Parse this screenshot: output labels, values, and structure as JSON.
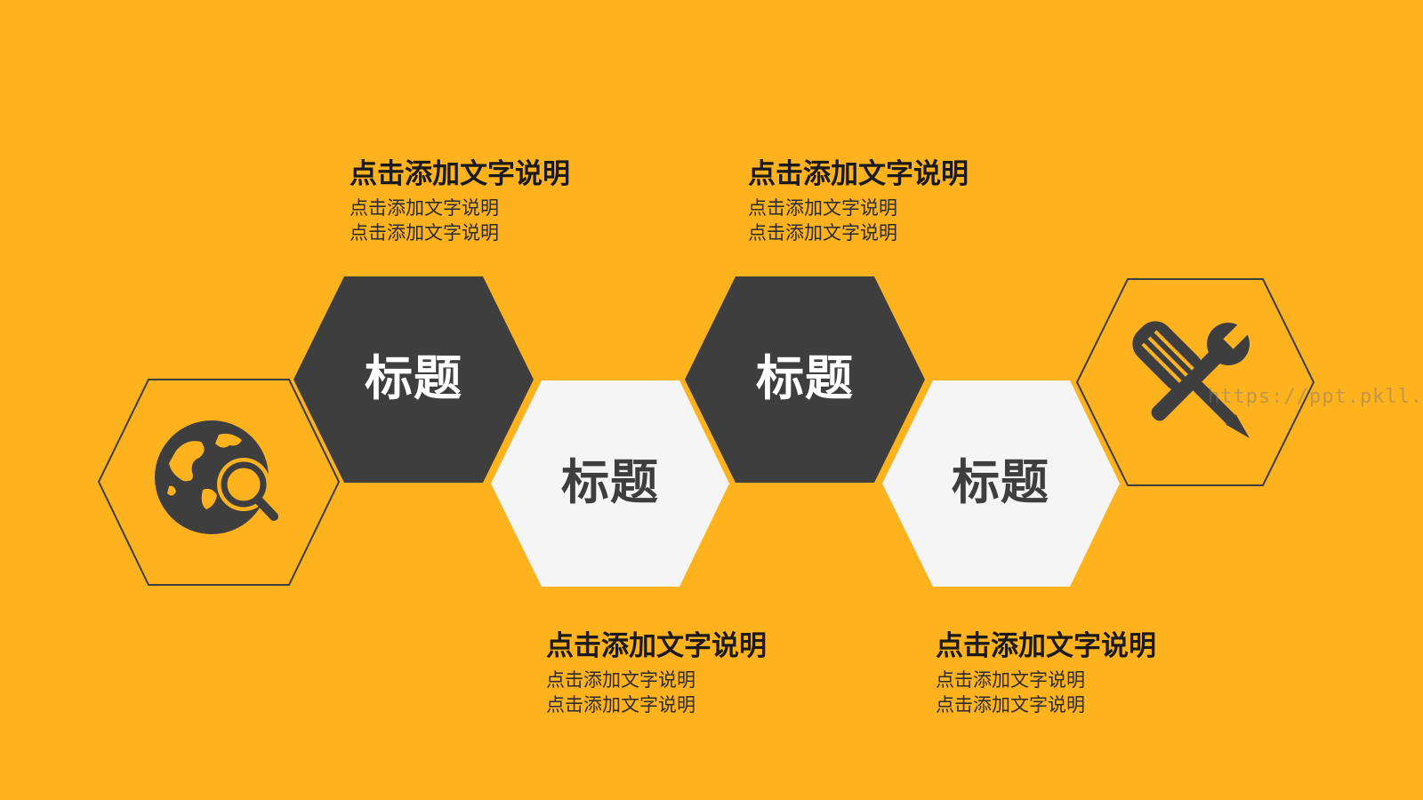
{
  "colors": {
    "background": "#FDB21E",
    "dark_hex": "#3E3E3E",
    "light_hex": "#F5F5F5",
    "outline": "#3E3E3E"
  },
  "hexagons": [
    {
      "title": "标题",
      "style": "dark"
    },
    {
      "title": "标题",
      "style": "light"
    },
    {
      "title": "标题",
      "style": "dark"
    },
    {
      "title": "标题",
      "style": "light"
    }
  ],
  "icons": {
    "left": "globe-search-icon",
    "right": "wrench-screwdriver-icon"
  },
  "captions": [
    {
      "title": "点击添加文字说明",
      "lines": [
        "点击添加文字说明",
        "点击添加文字说明"
      ]
    },
    {
      "title": "点击添加文字说明",
      "lines": [
        "点击添加文字说明",
        "点击添加文字说明"
      ]
    },
    {
      "title": "点击添加文字说明",
      "lines": [
        "点击添加文字说明",
        "点击添加文字说明"
      ]
    },
    {
      "title": "点击添加文字说明",
      "lines": [
        "点击添加文字说明",
        "点击添加文字说明"
      ]
    }
  ],
  "watermark": "https://ppt.pkll.de"
}
